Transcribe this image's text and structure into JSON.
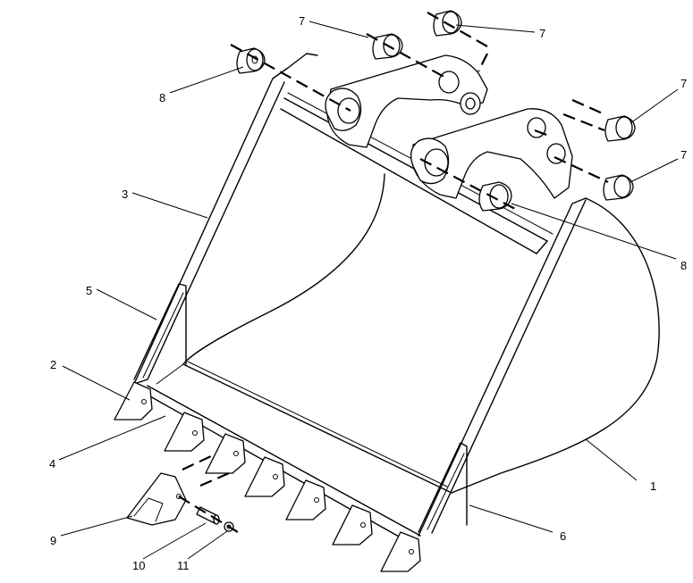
{
  "callouts": {
    "c1": "1",
    "c2": "2",
    "c3": "3",
    "c4": "4",
    "c5": "5",
    "c6": "6",
    "c7a": "7",
    "c7b": "7",
    "c7c": "7",
    "c7d": "7",
    "c8a": "8",
    "c8b": "8",
    "c9": "9",
    "c10": "10",
    "c11": "11"
  },
  "colors": {
    "line": "#000000",
    "background": "#ffffff"
  }
}
